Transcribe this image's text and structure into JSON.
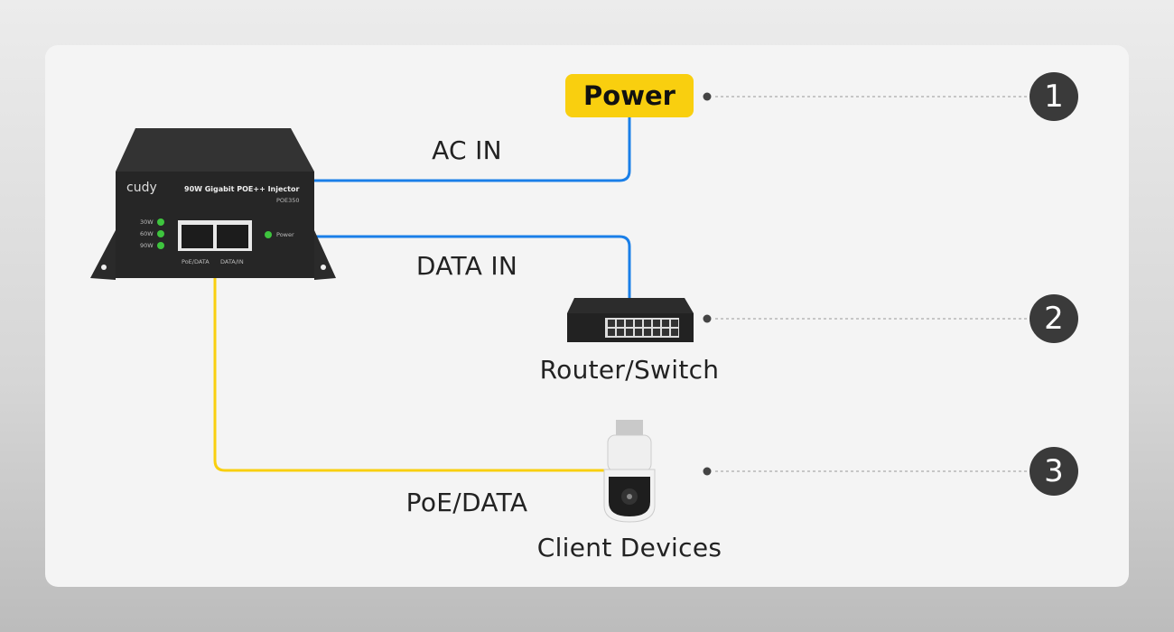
{
  "power_badge": "Power",
  "labels": {
    "ac_in": "AC IN",
    "data_in": "DATA IN",
    "router_switch": "Router/Switch",
    "poe_data": "PoE/DATA",
    "client_devices": "Client Devices"
  },
  "steps": [
    "1",
    "2",
    "3"
  ],
  "injector": {
    "brand": "cudy",
    "title": "90W Gigabit POE++ Injector",
    "model": "POE350",
    "leds": [
      "30W",
      "60W",
      "90W"
    ],
    "power_led": "Power",
    "ports": [
      "PoE/DATA",
      "DATA/IN"
    ]
  },
  "colors": {
    "data_line": "#1a7fe8",
    "poe_line": "#f9cf0f",
    "badge": "#f9cf0f",
    "step_circle": "#3a3a3a"
  }
}
